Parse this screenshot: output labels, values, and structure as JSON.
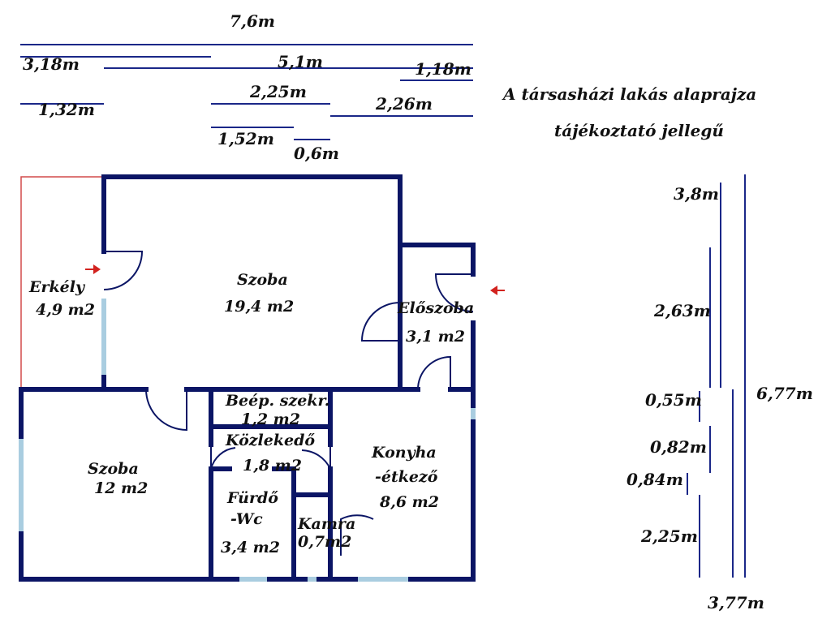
{
  "title": {
    "line1": "A társasházi lakás alaprajza",
    "line2": "tájékoztató jellegű"
  },
  "colors": {
    "wall": "#0b1565",
    "dim_line": "#1a2788",
    "window": "#a9cde0",
    "balcony_outline": "#d24a4a",
    "arrow": "#d2231f",
    "text": "#111111"
  },
  "top_dimensions": {
    "total": "7,6m",
    "d_3_18": "3,18m",
    "d_5_1": "5,1m",
    "d_1_18": "1,18m",
    "d_2_25": "2,25m",
    "d_1_32": "1,32m",
    "d_2_26": "2,26m",
    "d_1_52": "1,52m",
    "d_0_6": "0,6m"
  },
  "side_dimensions": {
    "d_3_8": "3,8m",
    "d_2_63": "2,63m",
    "d_0_55": "0,55m",
    "d_0_82": "0,82m",
    "d_0_84": "0,84m",
    "d_2_25": "2,25m",
    "total_height": "6,77m",
    "width": "3,77m"
  },
  "rooms": {
    "erkely": {
      "name": "Erkély",
      "area": "4,9 m2"
    },
    "szoba_big": {
      "name": "Szoba",
      "area": "19,4 m2"
    },
    "eloszoba": {
      "name": "Előszoba",
      "area": "3,1 m2"
    },
    "beep": {
      "name": "Beép. szekr.",
      "area": "1,2 m2"
    },
    "kozlekedo": {
      "name": "Közlekedő",
      "area": "1,8 m2"
    },
    "szoba_small": {
      "name": "Szoba",
      "area": "12 m2"
    },
    "konyha": {
      "name1": "Konyha",
      "name2": "-étkező",
      "area": "8,6 m2"
    },
    "furdo": {
      "name1": "Fürdő",
      "name2": "-Wc",
      "area": "3,4 m2"
    },
    "kamra": {
      "name": "Kamra",
      "area": "0,7m2"
    }
  }
}
